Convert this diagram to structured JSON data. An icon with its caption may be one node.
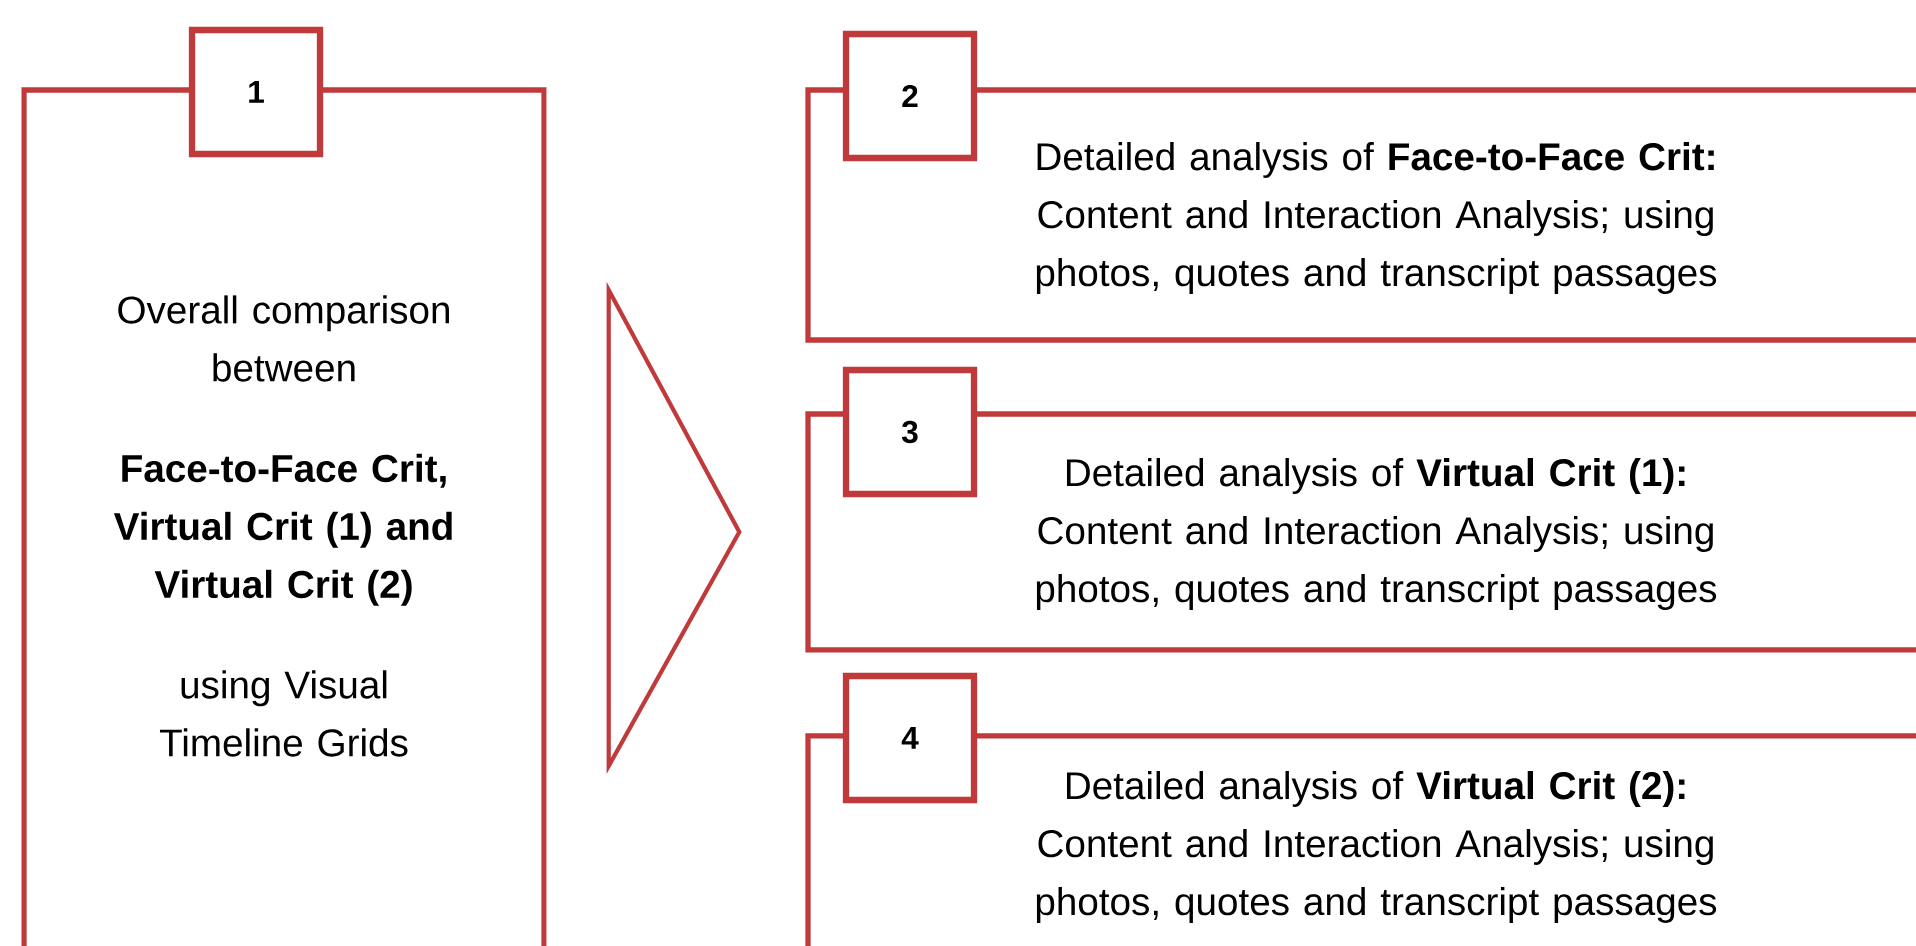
{
  "diagram": {
    "nodes": [
      {
        "text": [
          "Overall comparison between",
          "Face-to-Face Crit, Virtual Crit (1) and Virtual Crit (2)",
          "using Visual Timeline Grids"
        ]
      },
      {
        "text": [
          "1"
        ]
      },
      {
        "text": [
          "Detailed analysis of **Face-to-Face Crit:** Content and Interaction Analysis; using photos, quotes and transcript passages"
        ]
      },
      {
        "text": [
          "2"
        ]
      },
      {
        "text": [
          "Detailed analysis of **Virtual Crit (1):** Content and Interaction Analysis; using photos, quotes and transcript passages"
        ]
      },
      {
        "text": [
          "3"
        ]
      },
      {
        "text": [
          "Detailed analysis of **Virtual Crit (2):** Content and Interaction Analysis; using photos, quotes and transcript passages"
        ]
      },
      {
        "text": [
          "4"
        ]
      }
    ],
    "edges": [
      {
        "from": 0,
        "to": 4,
        "arrow": "to"
      }
    ]
  }
}
